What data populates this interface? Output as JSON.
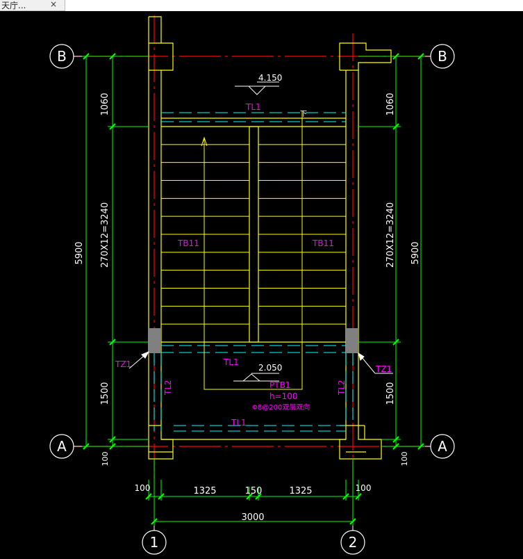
{
  "tab": {
    "title": "天庁...",
    "close_glyph": "×"
  },
  "colors": {
    "background": "#000000",
    "wall": "#ffff00",
    "axis": "#ff0000",
    "dimension": "#00ff00",
    "beam": "#00ffff",
    "label": "#ff00ff",
    "white": "#ffffff",
    "column": "#808080"
  },
  "grid_axes": {
    "top_left": "B",
    "top_right": "B",
    "bottom_left": "A",
    "bottom_right": "A",
    "bottom_1": "1",
    "bottom_2": "2"
  },
  "dimensions": {
    "left": {
      "top": "1060",
      "middle": "270X12=3240",
      "bottom": "1500",
      "bottom_offset": "100",
      "total": "5900"
    },
    "right": {
      "top": "1060",
      "middle": "270X12=3240",
      "bottom": "1500",
      "bottom_offset": "100",
      "total": "5900"
    },
    "bottom": {
      "left_offset": "100",
      "span_left": "1325",
      "span_mid": "150",
      "span_right": "1325",
      "right_offset": "100",
      "total": "3000"
    }
  },
  "elevations": {
    "top": "4.150",
    "middle": "2.050"
  },
  "labels": {
    "tl1_top": "TL1",
    "tl1_mid": "TL1",
    "tl1_bottom": "TL1",
    "tb_left": "TB11",
    "tb_right": "TB11",
    "tl2_left": "TL2",
    "tl2_right": "TL2",
    "tz_left": "TZ1",
    "tz_right": "TZ1",
    "ptb": "PTB1",
    "ptb_h": "h=100",
    "ptb_rebar": "Φ8@200双层双向",
    "up_marker": "下"
  }
}
